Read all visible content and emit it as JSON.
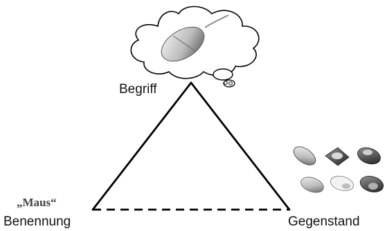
{
  "diagram": {
    "concept_label": "Begriff",
    "term_label": "Benennung",
    "object_label": "Gegenstand",
    "word_example": "„Maus“",
    "concept_icon": "thought-cloud-with-computer-mouse",
    "object_icons": [
      "computer-mouse-1",
      "computer-mouse-2",
      "computer-mouse-3",
      "computer-mouse-4",
      "computer-mouse-5",
      "computer-mouse-6"
    ],
    "edges": [
      {
        "from": "Begriff",
        "to": "Benennung",
        "style": "solid"
      },
      {
        "from": "Begriff",
        "to": "Gegenstand",
        "style": "solid"
      },
      {
        "from": "Benennung",
        "to": "Gegenstand",
        "style": "dashed"
      }
    ],
    "line_color": "#000000"
  }
}
